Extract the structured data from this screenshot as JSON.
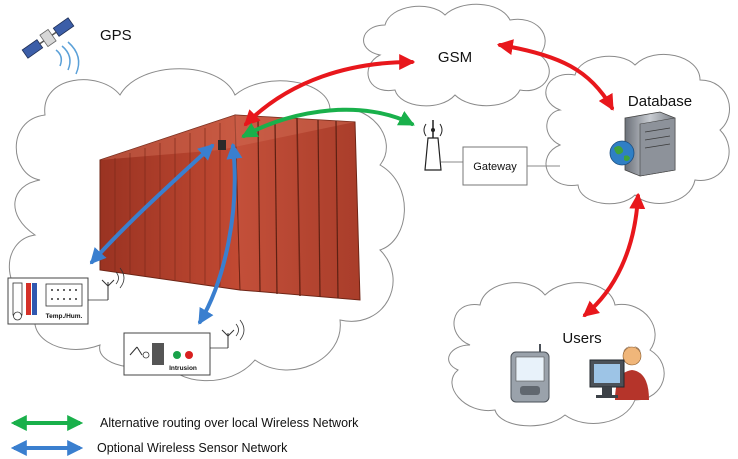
{
  "labels": {
    "gps": "GPS",
    "gsm": "GSM",
    "database": "Database",
    "gateway": "Gateway",
    "users": "Users",
    "temp_hum": "Temp./Hum.",
    "intrusion": "Intrusion"
  },
  "legend": [
    {
      "text": "Alternative routing over local Wireless Network",
      "color": "#19b04b"
    },
    {
      "text": "Optional Wireless Sensor Network",
      "color": "#3a7fcf"
    }
  ],
  "colors": {
    "gsm_link": "#e8171c",
    "local_wireless": "#19b04b",
    "sensor_network": "#3a7fcf",
    "container": "#b5432e"
  }
}
